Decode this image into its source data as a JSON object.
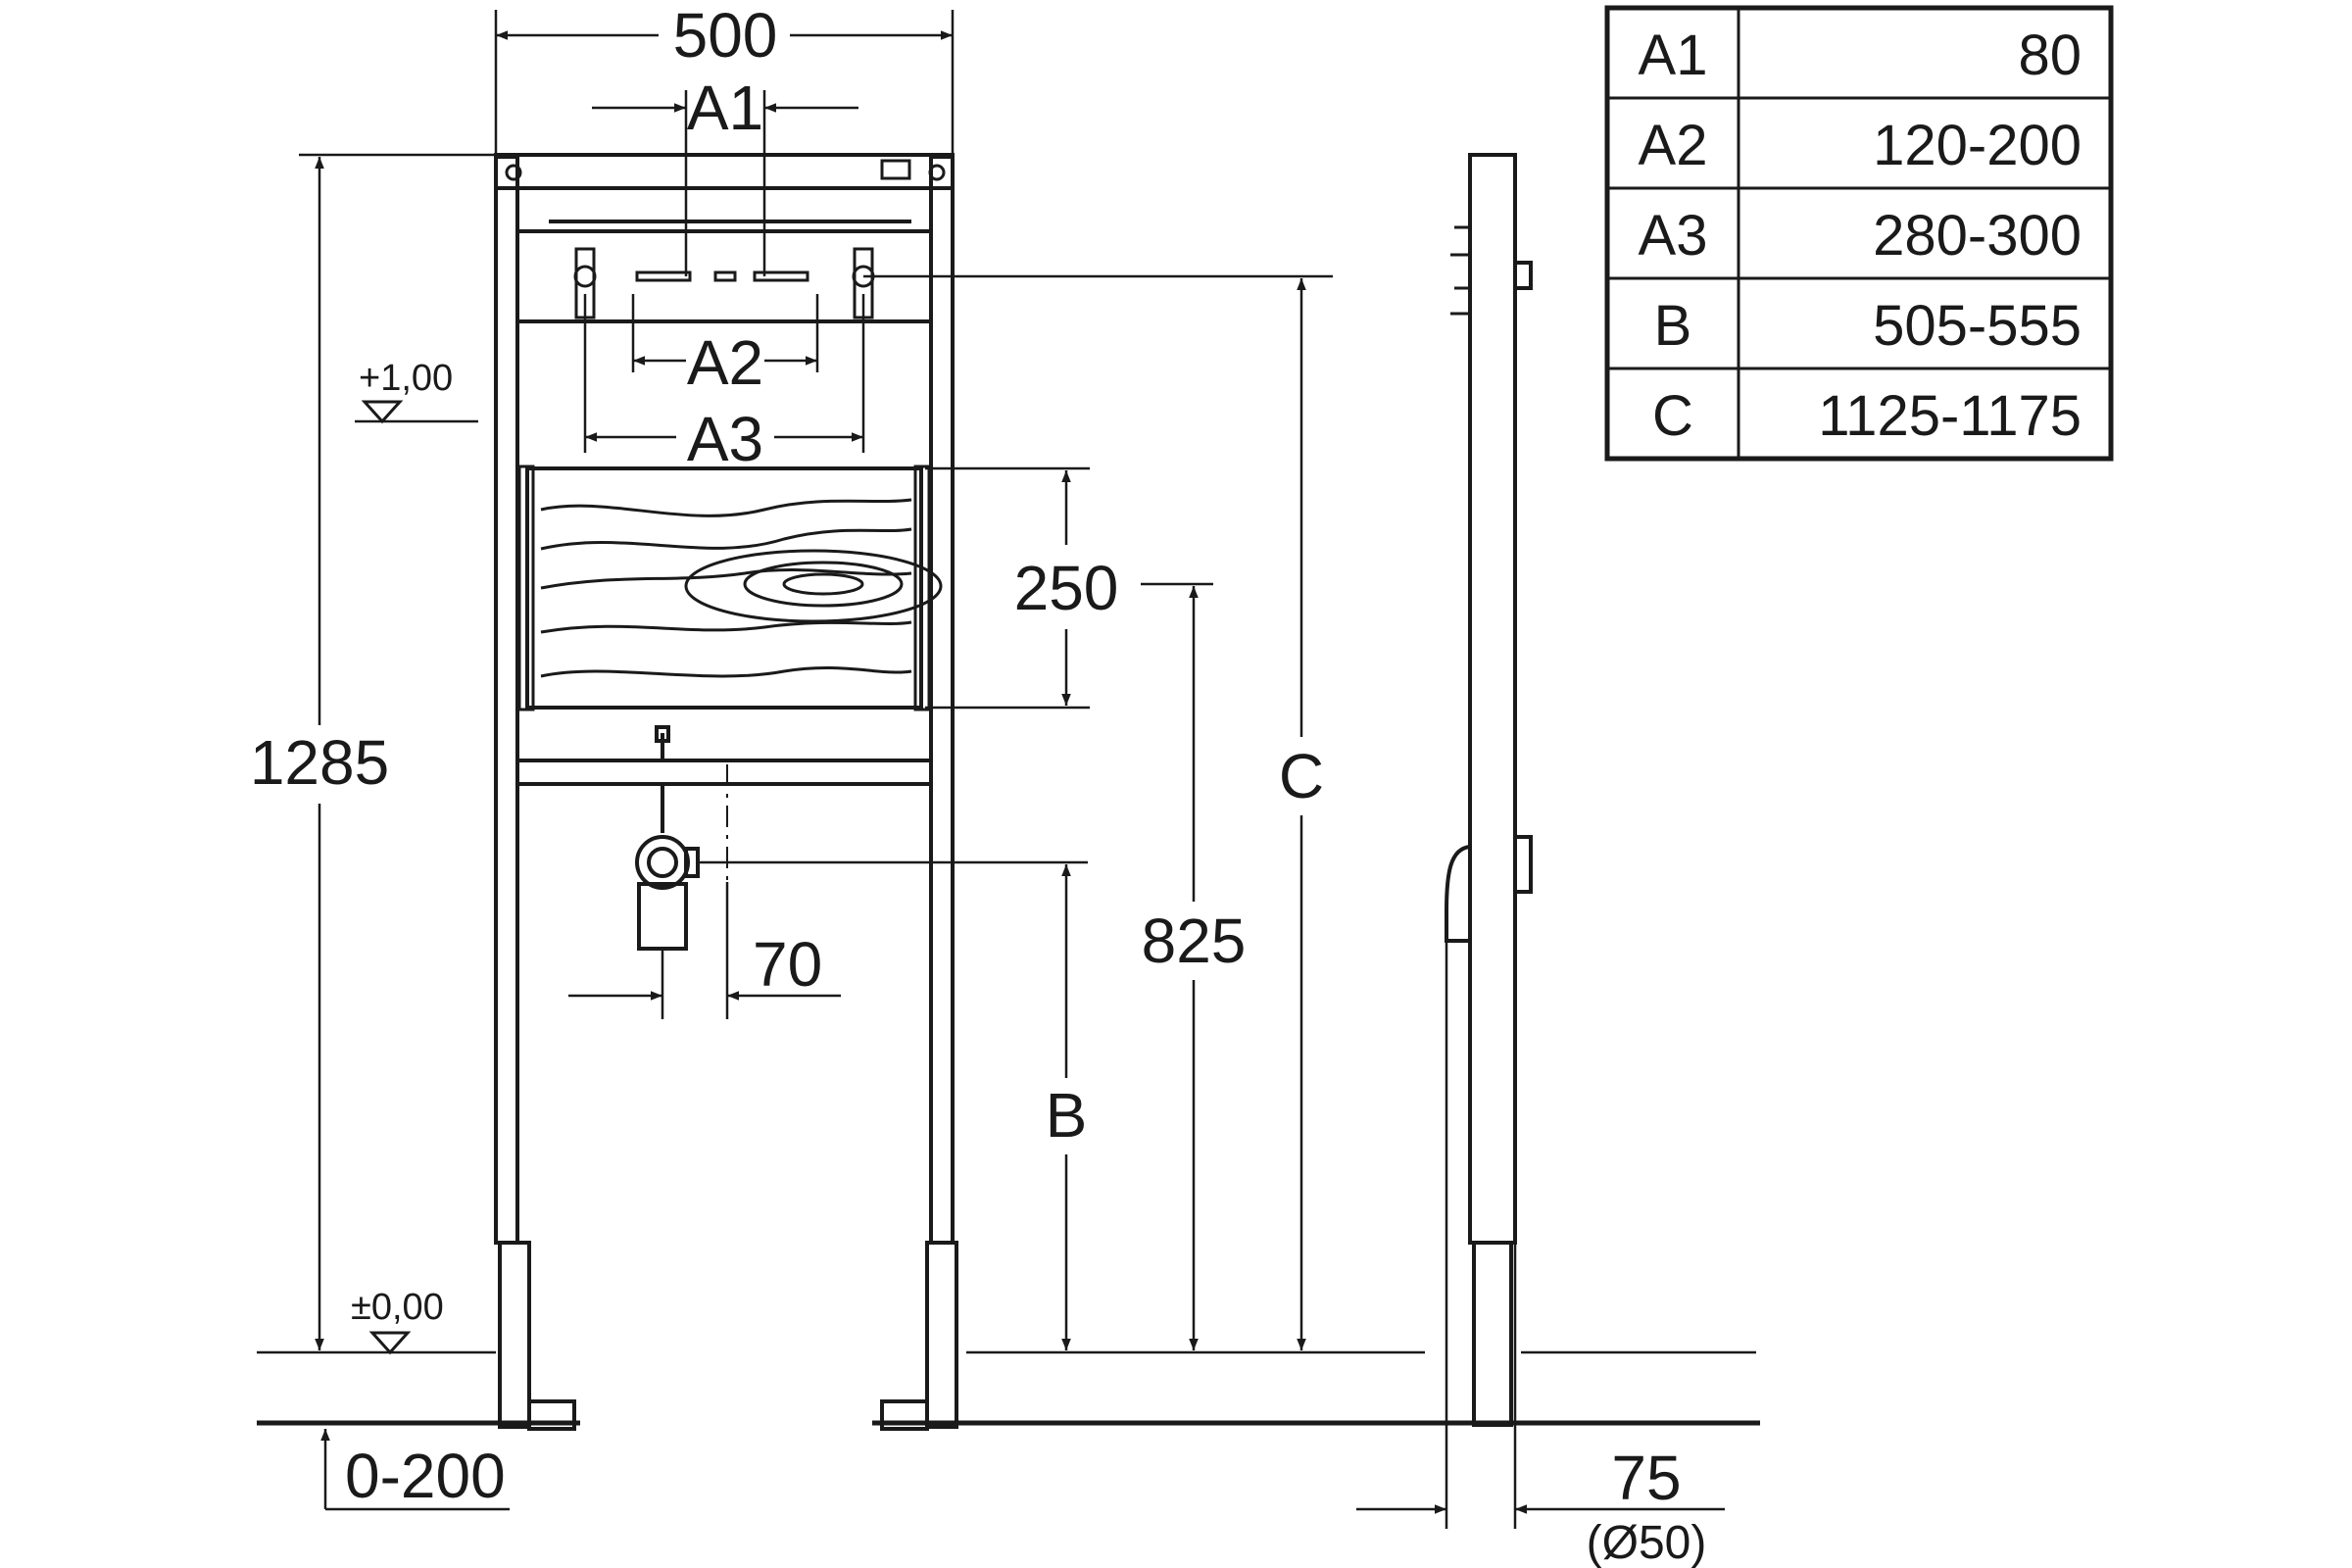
{
  "dimensions": {
    "width_total": "500",
    "a1": "A1",
    "a2": "A2",
    "a3": "A3",
    "height_total": "1285",
    "level_top": "+1,00",
    "level_zero": "±0,00",
    "floor_range": "0-200",
    "board_height": "250",
    "outlet_height": "825",
    "c": "C",
    "b": "B",
    "drain_offset": "70",
    "depth": "75",
    "depth_pipe": "(Ø50)"
  },
  "table": {
    "rows": [
      {
        "key": "A1",
        "value": "80"
      },
      {
        "key": "A2",
        "value": "120-200"
      },
      {
        "key": "A3",
        "value": "280-300"
      },
      {
        "key": "B",
        "value": "505-555"
      },
      {
        "key": "C",
        "value": "1125-1175"
      }
    ]
  }
}
